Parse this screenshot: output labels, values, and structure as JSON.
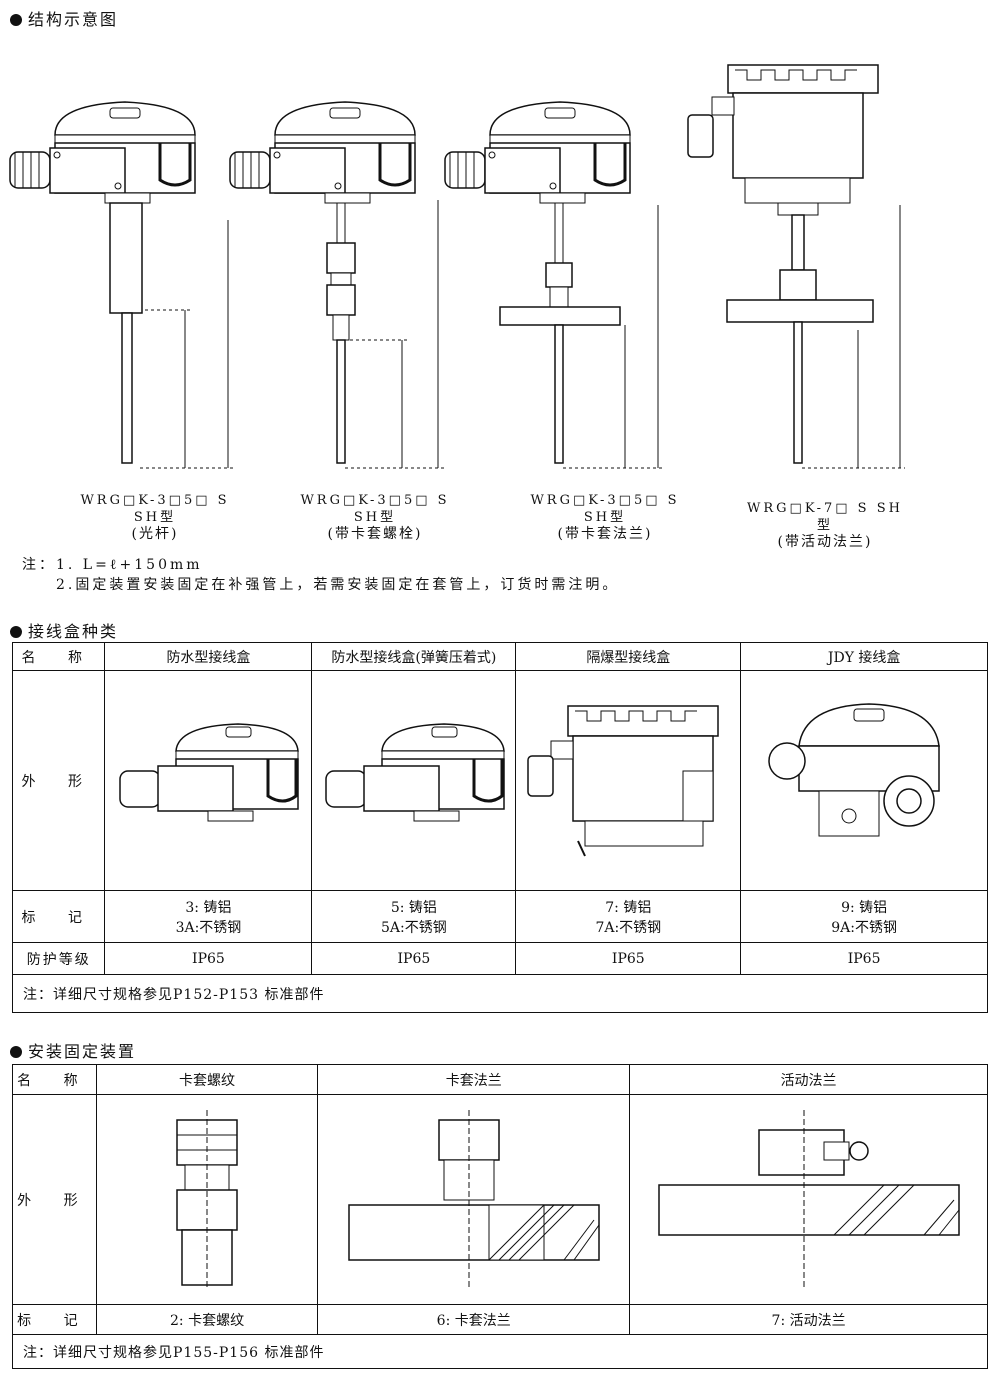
{
  "structure": {
    "heading": "结构示意图",
    "models": [
      {
        "model": "WRG□K-3□5□ S SH型",
        "caption": "(光杆)"
      },
      {
        "model": "WRG□K-3□5□ S SH型",
        "caption": "(带卡套螺栓)"
      },
      {
        "model": "WRG□K-3□5□ S SH型",
        "caption": "(带卡套法兰)"
      },
      {
        "model": "WRG□K-7□ S SH型",
        "caption": "(带活动法兰)"
      }
    ],
    "notes": [
      "注：1. L=ℓ+150mm",
      "2.固定装置安装固定在补强管上，若需安装固定在套管上，订货时需注明。"
    ]
  },
  "junction": {
    "heading": "接线盒种类",
    "row_labels": {
      "name": "名  称",
      "shape": "外  形",
      "mark": "标  记",
      "protection": "防护等级"
    },
    "columns": [
      {
        "name": "防水型接线盒",
        "mark1": "3: 铸铝",
        "mark2": "3A:不锈钢",
        "protection": "IP65"
      },
      {
        "name": "防水型接线盒(弹簧压着式)",
        "mark1": "5: 铸铝",
        "mark2": "5A:不锈钢",
        "protection": "IP65"
      },
      {
        "name": "隔爆型接线盒",
        "mark1": "7: 铸铝",
        "mark2": "7A:不锈钢",
        "protection": "IP65"
      },
      {
        "name": "JDY 接线盒",
        "mark1": "9: 铸铝",
        "mark2": "9A:不锈钢",
        "protection": "IP65"
      }
    ],
    "note": "注：详细尺寸规格参见P152-P153  标准部件"
  },
  "mounting": {
    "heading": "安装固定装置",
    "row_labels": {
      "name": "名  称",
      "shape": "外  形",
      "mark": "标  记"
    },
    "columns": [
      {
        "name": "卡套螺纹",
        "mark": "2: 卡套螺纹"
      },
      {
        "name": "卡套法兰",
        "mark": "6: 卡套法兰"
      },
      {
        "name": "活动法兰",
        "mark": "7: 活动法兰"
      }
    ],
    "note": "注：详细尺寸规格参见P155-P156  标准部件"
  }
}
